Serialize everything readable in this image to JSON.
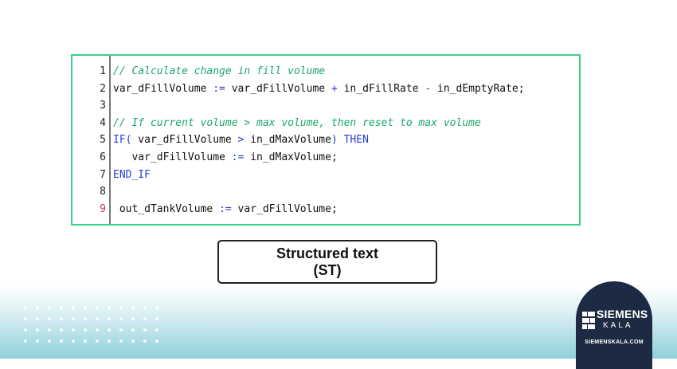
{
  "code": {
    "lines": [
      {
        "num": "1",
        "tokens": [
          {
            "t": "// Calculate change in fill volume",
            "k": "comment"
          }
        ]
      },
      {
        "num": "2",
        "tokens": [
          {
            "t": "var_dFillVolume ",
            "k": "var"
          },
          {
            "t": ":=",
            "k": "op"
          },
          {
            "t": " var_dFillVolume ",
            "k": "var"
          },
          {
            "t": "+",
            "k": "op"
          },
          {
            "t": " in_dFillRate ",
            "k": "var"
          },
          {
            "t": "-",
            "k": "op"
          },
          {
            "t": " in_dEmptyRate;",
            "k": "var"
          }
        ]
      },
      {
        "num": "3",
        "tokens": []
      },
      {
        "num": "4",
        "tokens": [
          {
            "t": "// If current volume > max volume, then reset to max volume",
            "k": "comment"
          }
        ]
      },
      {
        "num": "5",
        "tokens": [
          {
            "t": "IF(",
            "k": "kw"
          },
          {
            "t": " var_dFillVolume ",
            "k": "var"
          },
          {
            "t": ">",
            "k": "op"
          },
          {
            "t": " in_dMaxVolume",
            "k": "var"
          },
          {
            "t": ")",
            "k": "kw"
          },
          {
            "t": " THEN",
            "k": "kw"
          }
        ]
      },
      {
        "num": "6",
        "tokens": [
          {
            "t": "   var_dFillVolume ",
            "k": "var"
          },
          {
            "t": ":=",
            "k": "op"
          },
          {
            "t": " in_dMaxVolume;",
            "k": "var"
          }
        ]
      },
      {
        "num": "7",
        "tokens": [
          {
            "t": "END_IF",
            "k": "kw"
          }
        ]
      },
      {
        "num": "8",
        "tokens": []
      },
      {
        "num": "9",
        "tokens": [
          {
            "t": " out_dTankVolume ",
            "k": "var"
          },
          {
            "t": ":=",
            "k": "op"
          },
          {
            "t": " var_dFillVolume;",
            "k": "var"
          }
        ],
        "active": true
      }
    ]
  },
  "caption": {
    "line1": "Structured text",
    "line2": "(ST)"
  },
  "logo": {
    "word1": "SIEMENS",
    "word2": "KALA",
    "url": "SIEMENSKALA.COM"
  },
  "colors": {
    "border": "#3dd08a",
    "comment": "#1aa66c",
    "keyword": "#2b3bd0",
    "active_line_number": "#d0305a",
    "logo_bg": "#1c2a44"
  }
}
